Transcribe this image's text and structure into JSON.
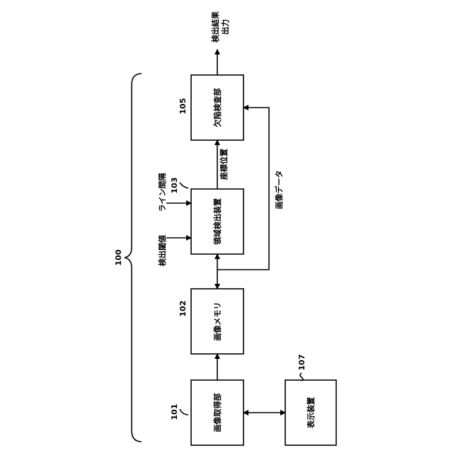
{
  "blocks": {
    "b101": {
      "ref": "101",
      "label": "画像取得部"
    },
    "b102": {
      "ref": "102",
      "label": "画像メモリ"
    },
    "b103": {
      "ref": "103",
      "label": "領域検出装置"
    },
    "b105": {
      "ref": "105",
      "label": "欠陥検査部"
    },
    "b107": {
      "ref": "107",
      "label": "表示装置"
    }
  },
  "system_ref": "100",
  "inputs": {
    "threshold": "検出閾値",
    "line_interval": "ライン間隔"
  },
  "signals": {
    "coordinates": "座標位置",
    "image_data": "画像データ"
  },
  "output": {
    "line1": "検出結果",
    "line2": "出力"
  }
}
